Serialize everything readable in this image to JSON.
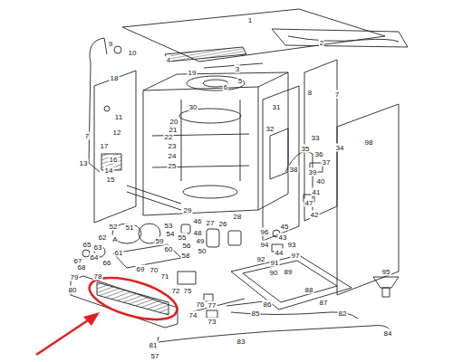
{
  "diagram": {
    "labels": [
      "1",
      "2",
      "9",
      "10",
      "4",
      "3",
      "19",
      "5",
      "6",
      "8",
      "7",
      "18",
      "11",
      "12",
      "7",
      "30",
      "20",
      "21",
      "22",
      "23",
      "24",
      "25",
      "17",
      "16",
      "13",
      "14",
      "15",
      "31",
      "32",
      "98",
      "33",
      "34",
      "35",
      "36",
      "37",
      "38",
      "39",
      "40",
      "41",
      "47",
      "42",
      "29",
      "27",
      "26",
      "28",
      "46",
      "48",
      "49",
      "50",
      "53",
      "54",
      "55",
      "59",
      "56",
      "60",
      "58",
      "51",
      "52",
      "A",
      "62",
      "65",
      "63",
      "61",
      "64",
      "66",
      "67",
      "68",
      "78",
      "79",
      "80",
      "69",
      "70",
      "71",
      "72",
      "75",
      "76",
      "77",
      "74",
      "73",
      "81",
      "57",
      "83",
      "85",
      "86",
      "82",
      "84",
      "87",
      "88",
      "96",
      "45",
      "43",
      "93",
      "94",
      "44",
      "91",
      "92",
      "90",
      "89",
      "97",
      "95"
    ]
  }
}
